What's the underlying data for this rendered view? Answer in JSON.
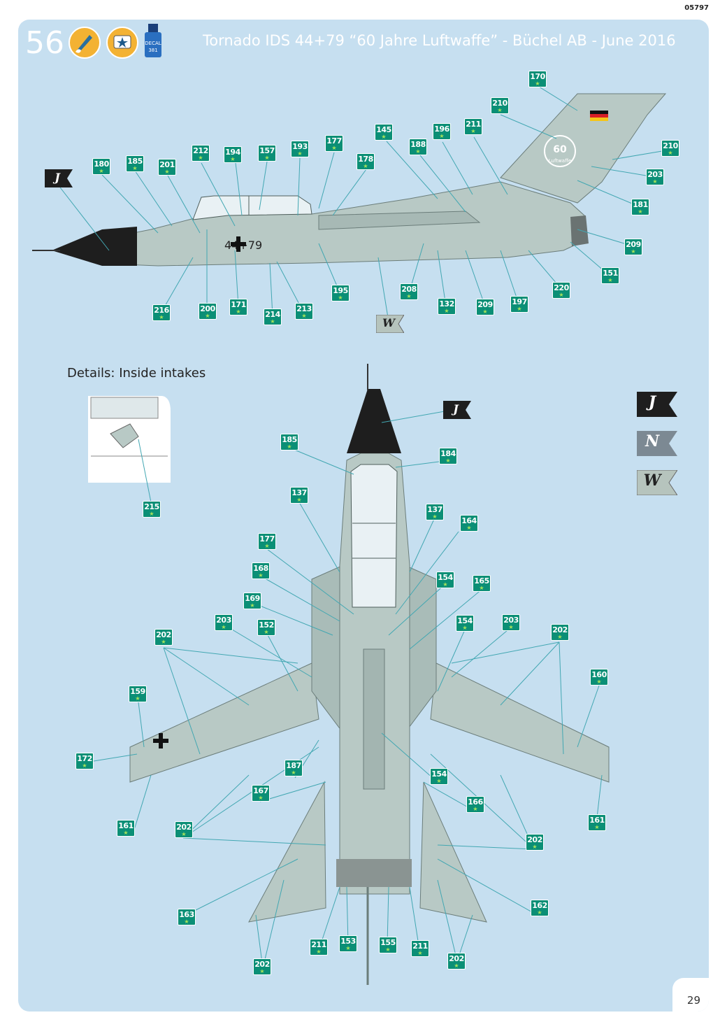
{
  "product_code": "05797",
  "page_number": "29",
  "step_number": "56",
  "step_icons": [
    "brush-apply-icon",
    "decal-star-icon",
    "decal-bottle-icon"
  ],
  "decal_bottle_label": "DECAL\n381",
  "title": "Tornado IDS 44+79 “60 Jahre Luftwaffe” - Büchel AB - June 2016",
  "details_label": "Details: Inside intakes",
  "aircraft_serial": "44+79",
  "anniversary_badge": "60\nJahre\nLuftwaffe",
  "legend_flags": [
    "J",
    "N",
    "W"
  ],
  "colors": {
    "panel_bg": "#c6dff0",
    "aircraft_grey": "#b8c9c5",
    "radome": "#1e1e1e",
    "callout_bg": "#0b8f76",
    "leader_line": "#42a7b2",
    "flag_dark": "#1e1e1e",
    "flag_mid": "#7c8993",
    "flag_light": "#b6c4bd"
  },
  "side_view_callouts": [
    "170",
    "210",
    "211",
    "196",
    "145",
    "188",
    "178",
    "177",
    "193",
    "157",
    "194",
    "212",
    "201",
    "185",
    "180",
    "210",
    "203",
    "181",
    "209",
    "151",
    "220",
    "197",
    "209",
    "132",
    "208",
    "195",
    "213",
    "214",
    "171",
    "200",
    "216"
  ],
  "top_view_callouts": [
    "185",
    "184",
    "137",
    "137",
    "164",
    "177",
    "168",
    "154",
    "165",
    "169",
    "203",
    "152",
    "154",
    "203",
    "202",
    "202",
    "160",
    "159",
    "172",
    "187",
    "154",
    "167",
    "166",
    "161",
    "202",
    "161",
    "202",
    "163",
    "162",
    "211",
    "153",
    "155",
    "211",
    "202",
    "202"
  ],
  "detail_callouts": [
    "215"
  ]
}
